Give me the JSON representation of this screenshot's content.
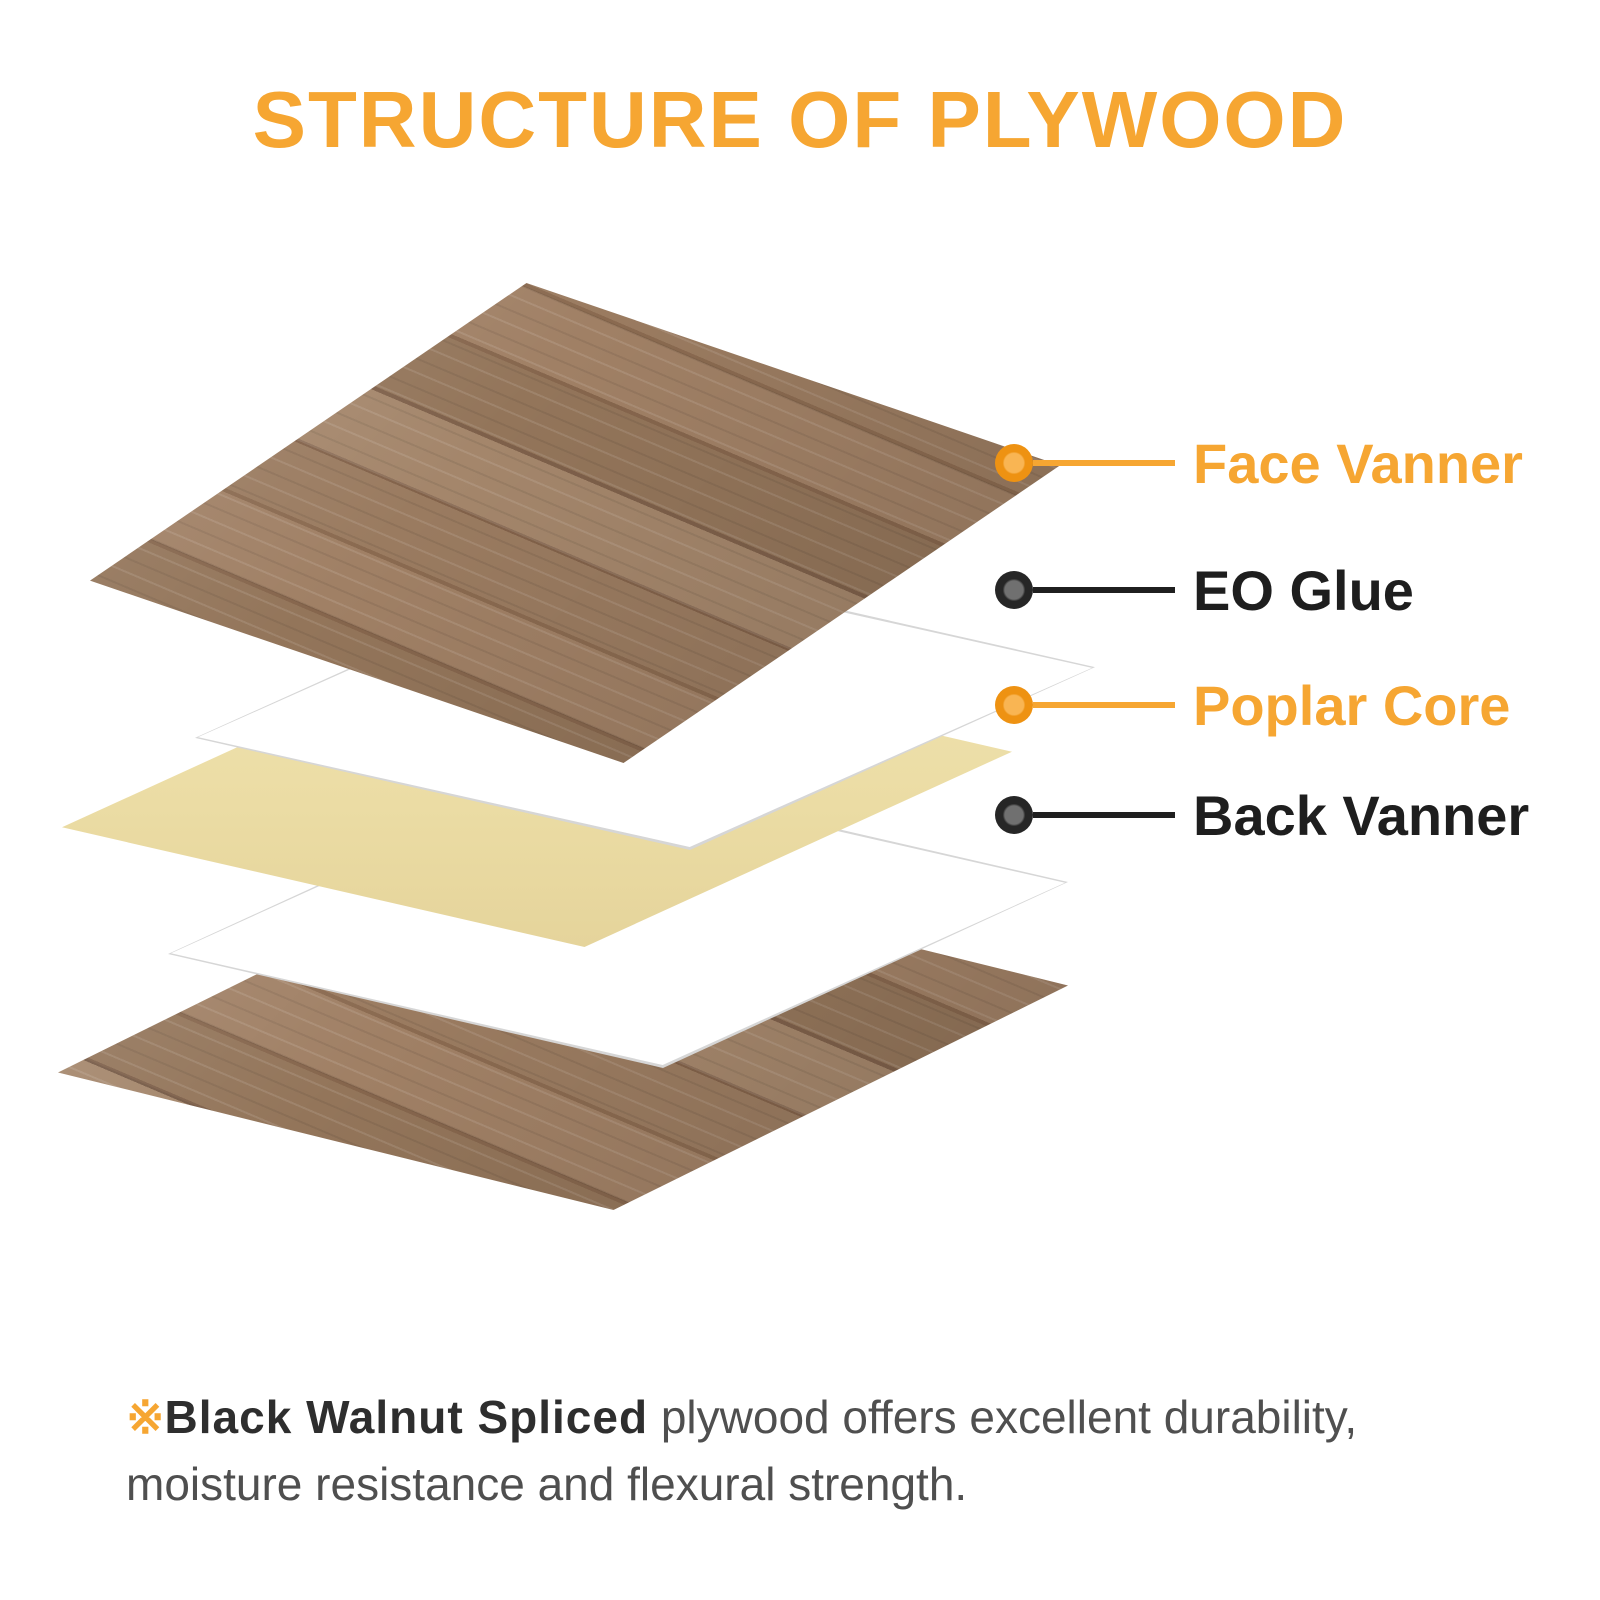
{
  "title": "STRUCTURE OF PLYWOOD",
  "callouts": [
    {
      "label": "Face Vanner",
      "tone": "orange"
    },
    {
      "label": "EO Glue",
      "tone": "dark"
    },
    {
      "label": "Poplar Core",
      "tone": "orange"
    },
    {
      "label": "Back Vanner",
      "tone": "dark"
    }
  ],
  "footnote": {
    "marker": "※",
    "bold_text": "Black Walnut Spliced",
    "line1_rest": " plywood offers excellent durability,",
    "line2": "moisture resistance and flexural strength."
  },
  "colors": {
    "accent_orange": "#F6A632",
    "label_dark": "#1E1E1E",
    "poplar_core": "#EBDCA4",
    "glue_edge": "#D6D6D6",
    "wood_base": "#96785D",
    "footnote_text": "#4F4F4F",
    "background": "#FFFFFF"
  }
}
